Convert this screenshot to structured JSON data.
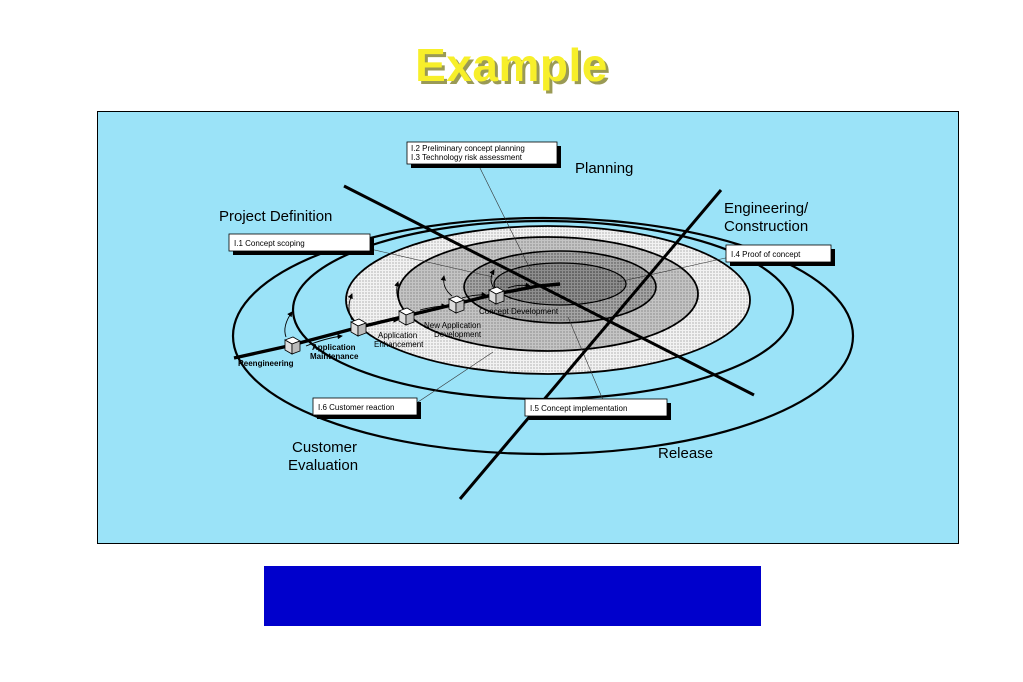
{
  "title": "Example",
  "colors": {
    "title": "#f7ef2a",
    "panel_background": "#9be3f8",
    "bottom_bar": "#0000cc"
  },
  "quadrants": {
    "planning": "Planning",
    "project_definition": "Project Definition",
    "engineering_line1": "Engineering/",
    "engineering_line2": "Construction",
    "customer_line1": "Customer",
    "customer_line2": "Evaluation",
    "release": "Release"
  },
  "callouts": {
    "preliminary_planning": "I.2  Preliminary concept planning",
    "technology_risk": "I.3  Technology risk assessment",
    "concept_scoping": "I.1  Concept scoping",
    "proof_of_concept": "I.4  Proof of concept",
    "customer_reaction": "I.6  Customer reaction",
    "concept_implementation": "I.5  Concept implementation"
  },
  "stages": {
    "reengineering": "Reengineering",
    "maintenance_line1": "Application",
    "maintenance_line2": "Maintenance",
    "enhancement_line1": "Application",
    "enhancement_line2": "Enhancement",
    "new_dev_line1": "New Application",
    "new_dev_line2": "Development",
    "concept_development": "Concept Development"
  }
}
